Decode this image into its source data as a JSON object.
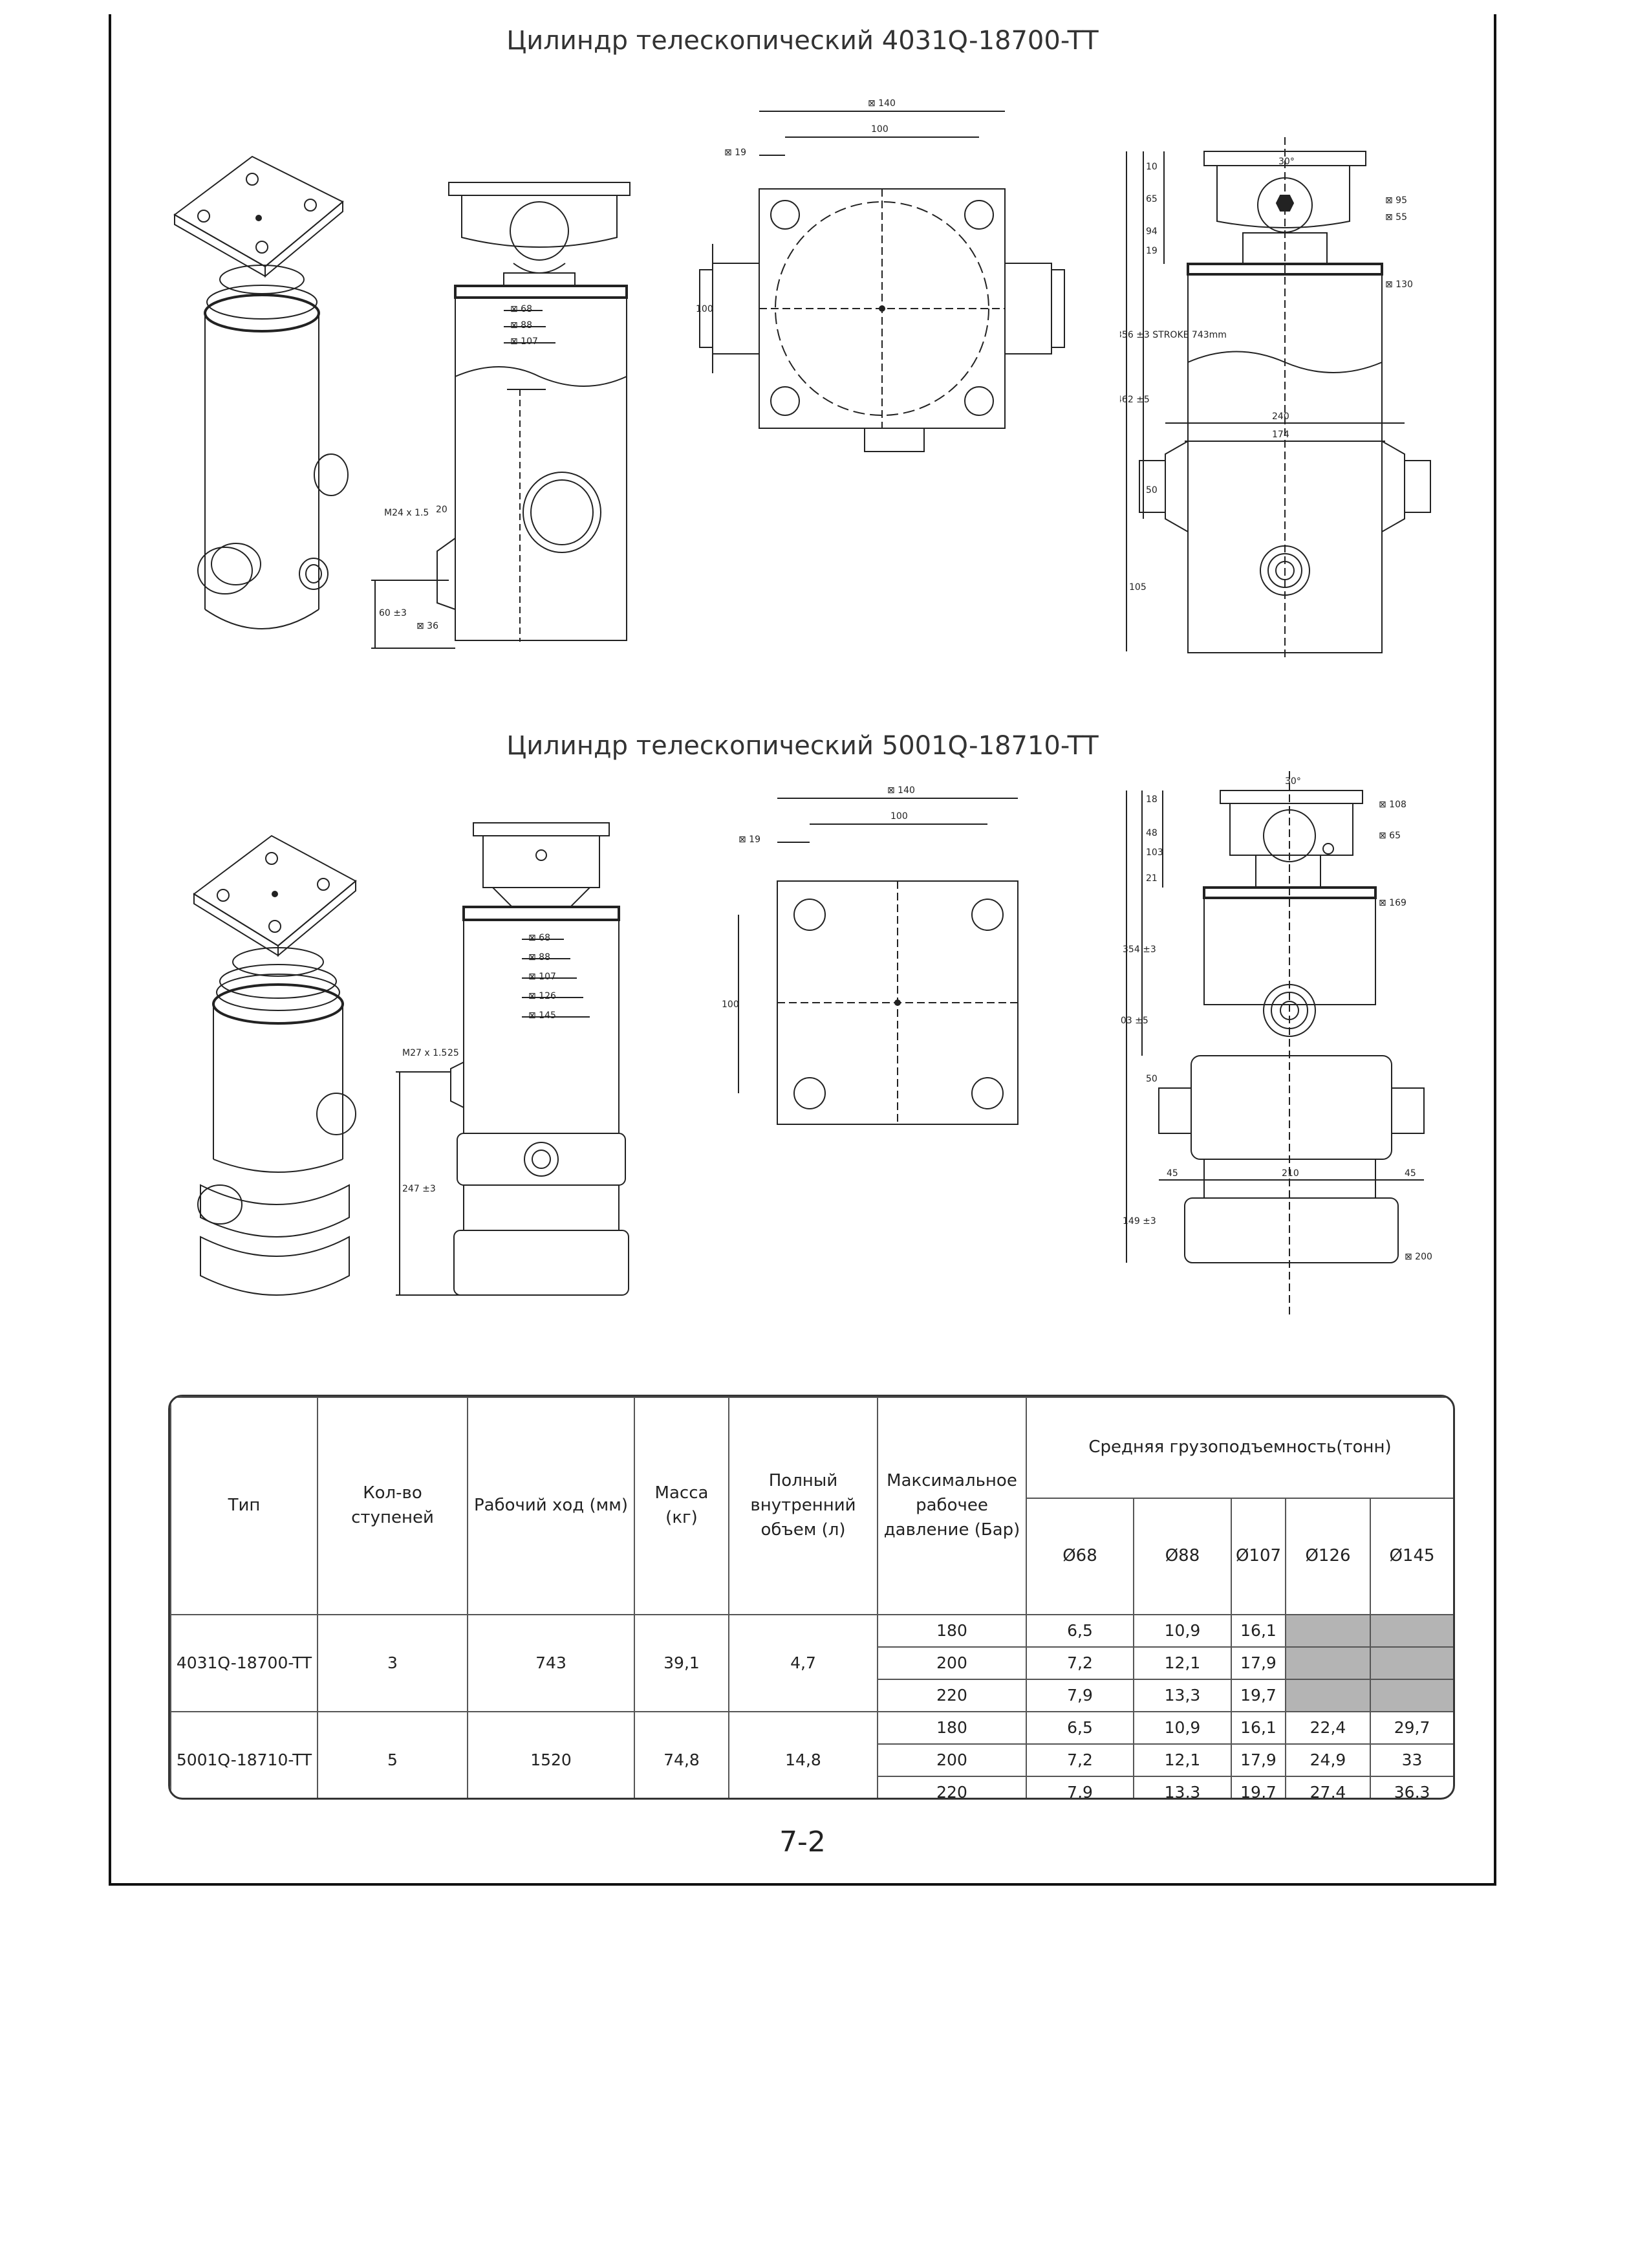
{
  "section1": {
    "title": "Цилиндр телескопический 4031Q-18700-TT",
    "dims": {
      "sq140": "⊠ 140",
      "w100": "100",
      "sq19": "⊠ 19",
      "h100": "100",
      "m24": "M24 x 1.5",
      "w20": "20",
      "h60": "60 ±3",
      "sq36": "⊠ 36",
      "sq68": "⊠ 68",
      "sq88": "⊠ 88",
      "sq107": "⊠ 107",
      "a30": "30°",
      "h10": "10",
      "h65": "65",
      "h94": "94",
      "h19": "19",
      "stroke": "356 ±3 STROKE 743mm",
      "total": "462 ±5",
      "h105": "105",
      "h50": "50",
      "sq95": "⊠ 95",
      "sq55": "⊠ 55",
      "sq130": "⊠ 130",
      "w240": "240",
      "w174": "174"
    }
  },
  "section2": {
    "title": "Цилиндр телескопический 5001Q-18710-TT",
    "dims": {
      "sq140": "⊠ 140",
      "w100": "100",
      "sq19": "⊠ 19",
      "h100": "100",
      "m27": "M27 x 1.5",
      "w25": "25",
      "h247": "247 ±3",
      "sq68": "⊠ 68",
      "sq88": "⊠ 88",
      "sq107": "⊠ 107",
      "sq126": "⊠ 126",
      "sq145": "⊠ 145",
      "a30": "30°",
      "h18": "18",
      "h48": "48",
      "h103": "103",
      "h21": "21",
      "h354": "354 ±3",
      "total": "503 ±5",
      "h50": "50",
      "h149": "149 ±3",
      "sq108": "⊠ 108",
      "sq65": "⊠ 65",
      "sq169": "⊠ 169",
      "w45a": "45",
      "w210": "210",
      "w45b": "45",
      "sq200": "⊠ 200"
    }
  },
  "table": {
    "headers": {
      "type": "Тип",
      "stages": "Кол-во ступеней",
      "stroke": "Рабочий ход (мм)",
      "mass": "Масса (кг)",
      "volume": "Полный внутренний объем (л)",
      "pressure": "Максимальное рабочее давление (Бар)",
      "capacity": "Средняя грузоподъемность(тонн)",
      "diameters": [
        "Ø68",
        "Ø88",
        "Ø107",
        "Ø126",
        "Ø145"
      ]
    },
    "rows": [
      {
        "type": "4031Q-18700-TT",
        "stages": "3",
        "stroke": "743",
        "mass": "39,1",
        "volume": "4,7",
        "sub": [
          {
            "pressure": "180",
            "values": [
              "6,5",
              "10,9",
              "16,1",
              "",
              ""
            ]
          },
          {
            "pressure": "200",
            "values": [
              "7,2",
              "12,1",
              "17,9",
              "",
              ""
            ]
          },
          {
            "pressure": "220",
            "values": [
              "7,9",
              "13,3",
              "19,7",
              "",
              ""
            ]
          }
        ]
      },
      {
        "type": "5001Q-18710-TT",
        "stages": "5",
        "stroke": "1520",
        "mass": "74,8",
        "volume": "14,8",
        "sub": [
          {
            "pressure": "180",
            "values": [
              "6,5",
              "10,9",
              "16,1",
              "22,4",
              "29,7"
            ]
          },
          {
            "pressure": "200",
            "values": [
              "7,2",
              "12,1",
              "17,9",
              "24,9",
              "33"
            ]
          },
          {
            "pressure": "220",
            "values": [
              "7,9",
              "13,3",
              "19,7",
              "27,4",
              "36,3"
            ]
          }
        ]
      }
    ]
  },
  "page_number": "7-2"
}
